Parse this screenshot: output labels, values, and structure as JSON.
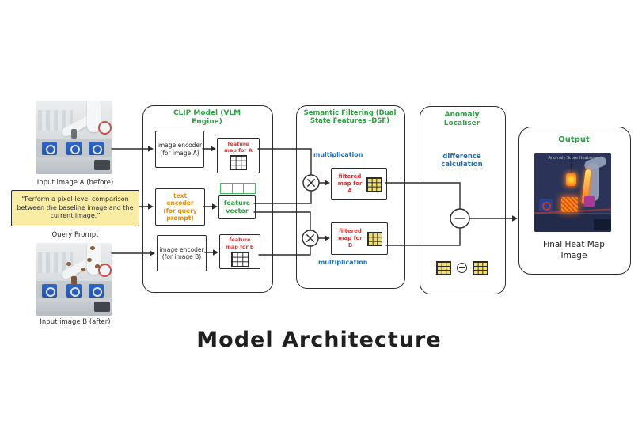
{
  "diagram_title": "Model Architecture",
  "colors": {
    "title_green": "#2f9e44",
    "map_red": "#e03131",
    "encoder_orange": "#f08c00",
    "operation_blue": "#1971c2",
    "ink": "#2b2b2b",
    "prompt_bg": "#f9eda5",
    "yellow_grid": "#f0dd74",
    "vector_green": "#40c057"
  },
  "inputs": {
    "image_a_label": "Input image A (before)",
    "query_prompt_text": "“Perform a pixel-level comparison between the baseline image and the current image.”",
    "query_prompt_label": "Query Prompt",
    "image_b_label": "Input image B (after)"
  },
  "clip": {
    "title": "CLIP Model (VLM Engine)",
    "image_encoder_a_label": "image encoder (for image A)",
    "feature_map_a_label": "feature map for A",
    "text_encoder_label": "text encoder (for query prompt)",
    "feature_vector_label": "feature vector",
    "image_encoder_b_label": "image encoder (for image B)",
    "feature_map_b_label": "feature map for B"
  },
  "semantic_filtering": {
    "title": "Semantic Filtering (Dual State Features -DSF)",
    "multiplication_top_label": "multiplication",
    "filtered_map_a_label": "filtered map for A",
    "filtered_map_b_label": "filtered map for B",
    "multiplication_bottom_label": "multiplication"
  },
  "anomaly_localiser": {
    "title": "Anomaly Localiser",
    "operation_label": "difference calculation"
  },
  "output": {
    "title": "Output",
    "heatmap_caption": "Anomaly Score Heatmap",
    "label": "Final Heat Map Image"
  }
}
